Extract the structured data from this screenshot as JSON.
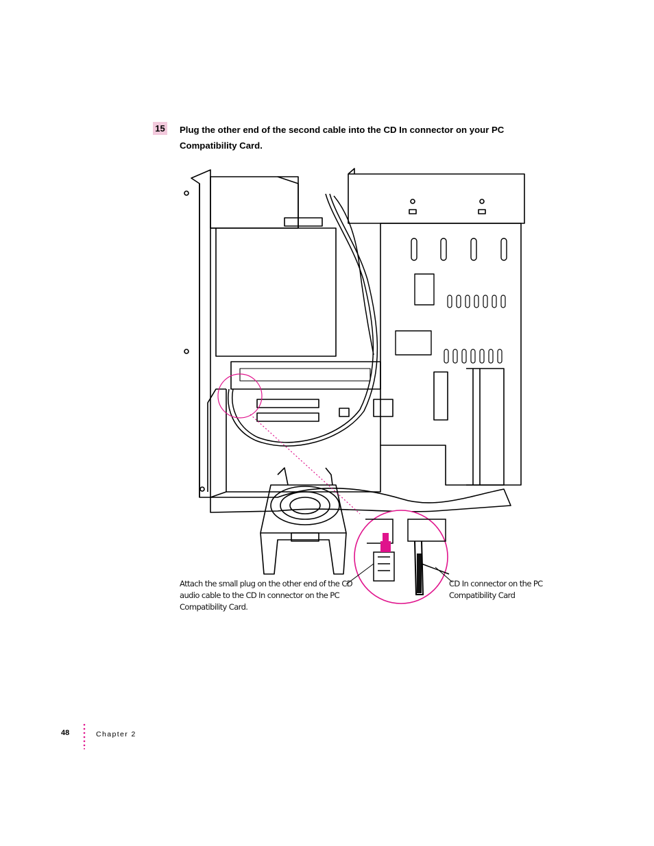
{
  "step": {
    "number": "15",
    "text": "Plug the other end of the second cable into the CD In connector on your PC Compatibility Card."
  },
  "figure": {
    "callouts": {
      "left": "Attach the small plug on the other end of the CD audio cable to the CD In connector on the PC Compatibility Card.",
      "right": "CD In connector on the PC Compatibility Card"
    },
    "accent_color": "#e0138c"
  },
  "footer": {
    "page_number": "48",
    "chapter": "Chapter 2"
  }
}
